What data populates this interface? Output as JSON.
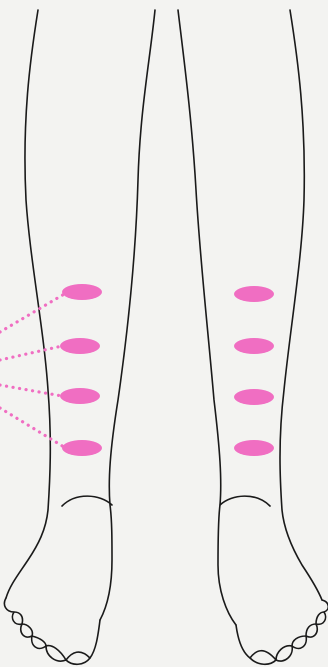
{
  "illustration": {
    "subject": "front-view-lower-legs-and-feet",
    "line_color": "#1a1a1a",
    "background_color": "#f3f3f1",
    "marker_color": "#f06ec2",
    "leader_line_color": "#f06ec2",
    "leader_line_style": "dotted"
  },
  "legs": [
    {
      "side": "left-of-image",
      "marker_count": 4,
      "has_leader_lines": true
    },
    {
      "side": "right-of-image",
      "marker_count": 4,
      "has_leader_lines": false
    }
  ]
}
